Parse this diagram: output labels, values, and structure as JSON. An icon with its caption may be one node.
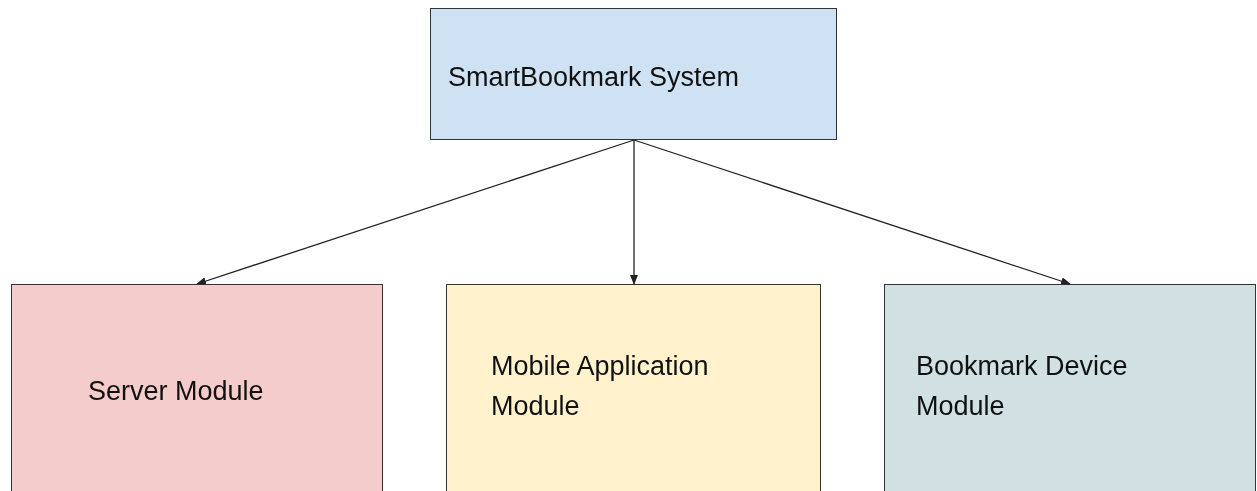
{
  "diagram": {
    "nodes": [
      {
        "text": [
          "SmartBookmark System"
        ]
      },
      {
        "text": [
          "Server Module"
        ]
      },
      {
        "text": [
          "Mobile Application Module"
        ]
      },
      {
        "text": [
          "Bookmark Device Module"
        ]
      }
    ],
    "edges": [
      {
        "from": 0,
        "to": 1,
        "arrow": "to"
      },
      {
        "from": 0,
        "to": 2,
        "arrow": "to"
      },
      {
        "from": 0,
        "to": 3,
        "arrow": "to"
      }
    ]
  }
}
